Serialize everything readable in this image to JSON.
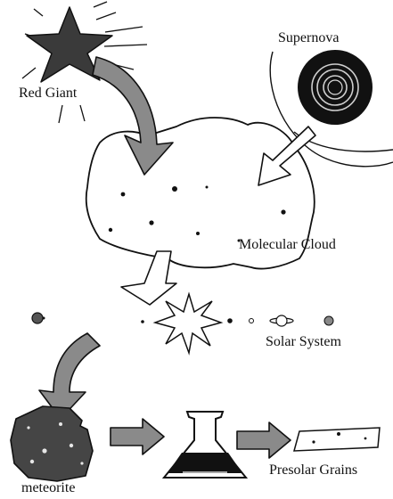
{
  "labels": {
    "red_giant": "Red Giant",
    "supernova": "Supernova",
    "molecular_cloud": "Molecular Cloud",
    "solar_system": "Solar System",
    "meteorite": "meteorite",
    "presolar_grains": "Presolar Grains"
  },
  "colors": {
    "ink": "#111111",
    "star_fill": "#3a3a3a",
    "arrow_fill": "#8a8a8a",
    "meteorite_fill": "#454545",
    "flask_liquid": "#111111",
    "background": "#ffffff"
  }
}
